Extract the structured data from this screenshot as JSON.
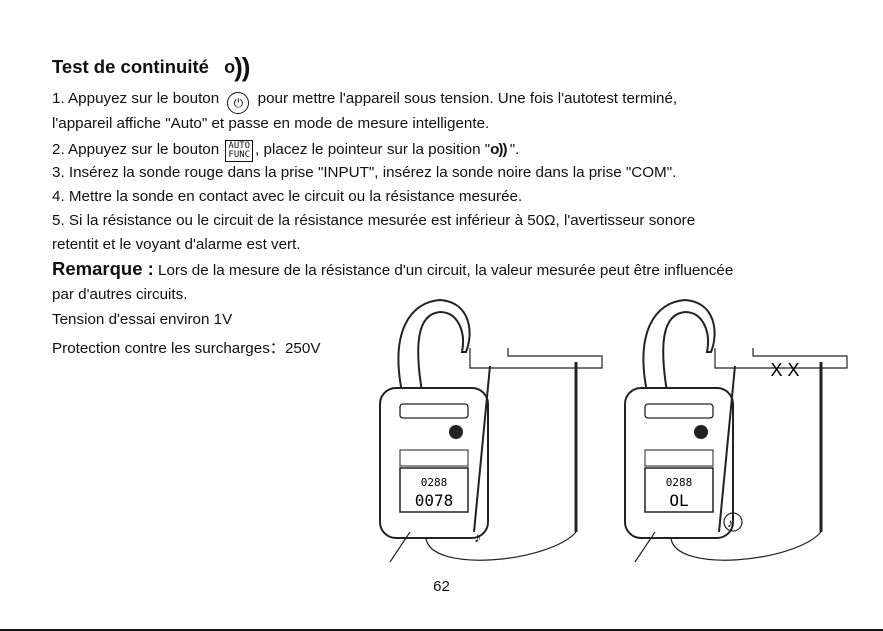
{
  "title": "Test de continuité",
  "sound_symbol": "o",
  "lines": {
    "l1a": "1. Appuyez sur le bouton",
    "l1b": "pour mettre l'appareil sous tension. Une fois l'autotest terminé,",
    "l2": "l'appareil affiche \"Auto\" et passe en mode de mesure intelligente.",
    "l3a": "2. Appuyez sur le bouton",
    "l3b": ", placez le pointeur sur la position \"",
    "l3c": "\".",
    "l4": "3. Insérez la sonde rouge dans la prise \"INPUT\", insérez la sonde noire dans la prise \"COM\".",
    "l5": "4. Mettre la sonde en contact avec le circuit ou la résistance mesurée.",
    "l6": "5. Si la résistance ou le circuit de la résistance mesurée est inférieur à 50Ω, l'avertisseur sonore",
    "l7": "retentit et le voyant d'alarme est vert.",
    "remark_label": "Remarque :",
    "l8": "Lors de la mesure de la résistance d'un circuit, la valeur mesurée peut être influencée",
    "l9": "par d'autres circuits.",
    "l10": "Tension d'essai environ 1V",
    "l11": "Protection contre les surcharges：250V"
  },
  "buttons": {
    "power": "⏻",
    "auto_top": "AUTO",
    "auto_bottom": "FUNC"
  },
  "meters": [
    {
      "display_top": "0288",
      "display_main": "0078"
    },
    {
      "display_top": "0288",
      "display_main": "OL"
    }
  ],
  "break_mark": "X X",
  "page_number": "62"
}
